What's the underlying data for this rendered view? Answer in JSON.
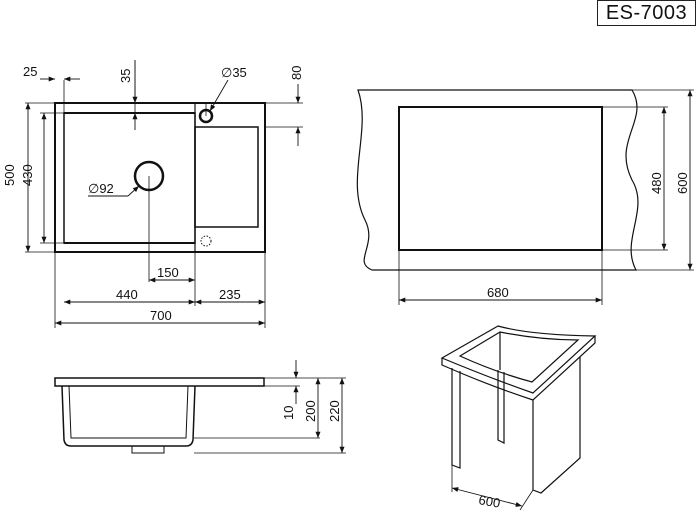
{
  "title": {
    "model": "ES-7003"
  },
  "top_view": {
    "dims": {
      "edge_offset": "25",
      "top_margin": "35",
      "faucet_hole": "∅35",
      "right_offset": "80",
      "depth_outer": "500",
      "depth_inner": "430",
      "drain": "∅92",
      "drain_offset": "150",
      "bowl_width": "440",
      "drainboard_width": "235",
      "total_width": "700"
    }
  },
  "cutout_view": {
    "dims": {
      "cut_height": "480",
      "cabinet_depth": "600",
      "cut_width": "680"
    }
  },
  "side_view": {
    "dims": {
      "rim": "10",
      "bowl_depth": "200",
      "total_height": "220"
    }
  },
  "cabinet_view": {
    "dims": {
      "cabinet_width": "600"
    }
  },
  "colors": {
    "line": "#111111",
    "background": "#ffffff"
  }
}
